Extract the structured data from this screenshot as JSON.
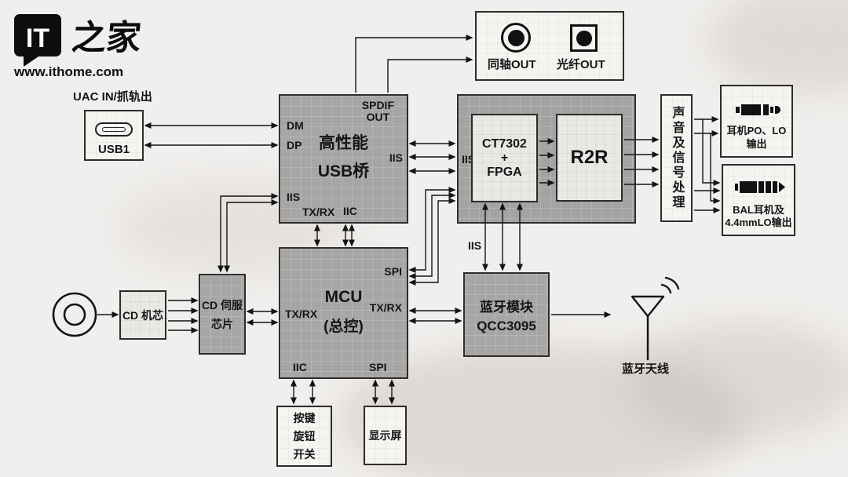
{
  "colors": {
    "background": "#f1efed",
    "block_gray": "#a8a6a4",
    "block_light": "#eae8e5",
    "block_white": "#f6f4f1",
    "line": "#1a1a1a"
  },
  "brand": {
    "logo_main": "IT",
    "logo_cn": "之家",
    "website": "www.ithome.com"
  },
  "digital_out": {
    "coax_label": "同轴OUT",
    "optical_label": "光纤OUT"
  },
  "usb_in": {
    "caption": "UAC IN/抓轨出",
    "port": "USB1"
  },
  "usb_bridge": {
    "title1": "高性能",
    "title2": "USB桥",
    "spdif1": "SPDIF",
    "spdif2": "OUT",
    "dm": "DM",
    "dp": "DP",
    "iis_left": "IIS",
    "iis_right": "IIS",
    "txrx": "TX/RX",
    "iic": "IIC"
  },
  "dac": {
    "iis": "IIS",
    "chip1": "CT7302",
    "chip2": "+",
    "chip3": "FPGA",
    "r2r": "R2R"
  },
  "audio": {
    "processing": "声音及信号处理",
    "po1": "耳机PO、LO",
    "po2": "输出",
    "bal1": "BAL耳机及",
    "bal2": "4.4mmLO输出"
  },
  "mcu": {
    "title1": "MCU",
    "title2": "(总控)",
    "spi_right": "SPI",
    "txrx_right": "TX/RX",
    "txrx_left": "TX/RX",
    "iic_bottom": "IIC",
    "spi_bottom": "SPI"
  },
  "bt": {
    "title1": "蓝牙模块",
    "title2": "QCC3095",
    "iis": "IIS",
    "antenna": "蓝牙天线"
  },
  "cd": {
    "mech": "CD 机芯",
    "servo1": "CD 伺服",
    "servo2": "芯片"
  },
  "io": {
    "btn1": "按键",
    "btn2": "旋钮",
    "btn3": "开关",
    "display": "显示屏"
  }
}
